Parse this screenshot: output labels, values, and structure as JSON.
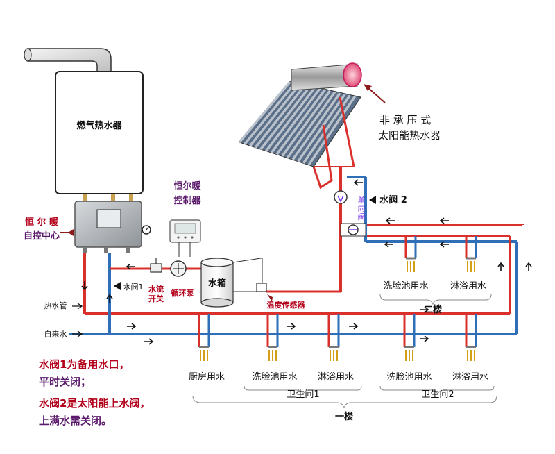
{
  "labels": {
    "gas_heater": "燃气热水器",
    "solar_title_1": "非 承 压 式",
    "solar_title_2": "太阳能热水器",
    "controller_title_1": "恒尔暖",
    "controller_title_2": "控制器",
    "control_center_1": "恒 尔 暖",
    "control_center_2": "自控中心",
    "check_valve_1": "单",
    "check_valve_2": "向",
    "check_valve_3": "阀",
    "valve2": "水阀 2",
    "valve1": "水阀1",
    "flow_switch_1": "水流",
    "flow_switch_2": "开关",
    "pump": "循环泵",
    "tank": "水箱",
    "temp_sensor": "温度传感器",
    "hot_pipe": "热水管",
    "tap_water": "自来水",
    "floor2_basin": "洗脸池用水",
    "floor2_shower": "淋浴用水",
    "floor2": "二楼",
    "kitchen": "厨房用水",
    "f1_basin1": "洗脸池用水",
    "f1_shower1": "淋浴用水",
    "f1_basin2": "洗脸池用水",
    "f1_shower2": "淋浴用水",
    "bath1": "卫生间1",
    "bath2": "卫生间2",
    "floor1": "一楼",
    "note1_line1": "水阀1为备用水口，",
    "note1_line2": "平时关闭；",
    "note2_line1": "水阀2是太阳能上水阀，",
    "note2_line2": "上满水需关闭。"
  },
  "colors": {
    "hot_pipe": "#d9302c",
    "cold_pipe": "#2e6fb8",
    "label_red": "#b3001b",
    "label_purple": "#5b1a6b"
  }
}
